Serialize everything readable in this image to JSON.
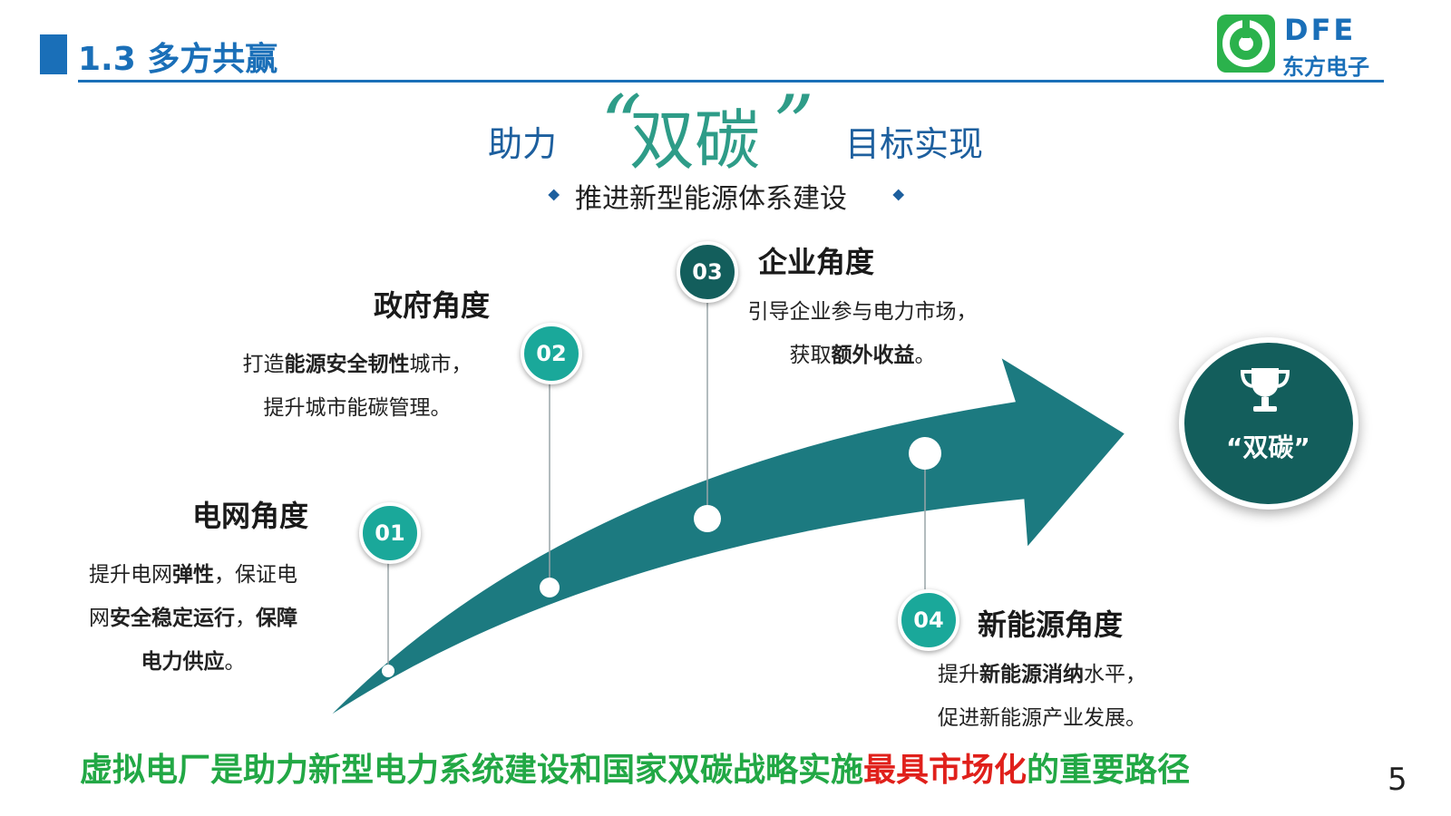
{
  "header": {
    "title": "1.3 多方共赢",
    "logo_text": "DFE",
    "logo_subtitle": "东方电子"
  },
  "headline": {
    "prefix": "助力",
    "quote_open": "“",
    "emphasis": "双碳",
    "quote_close": "”",
    "suffix": "目标实现",
    "subtitle": "推进新型能源体系建设"
  },
  "perspectives": [
    {
      "number": "01",
      "title": "电网角度",
      "lines": [
        [
          {
            "t": "提升电网"
          },
          {
            "t": "弹性",
            "b": true
          },
          {
            "t": "，保证电"
          }
        ],
        [
          {
            "t": "网"
          },
          {
            "t": "安全稳定运行",
            "b": true
          },
          {
            "t": "，"
          },
          {
            "t": "保障",
            "b": true
          }
        ],
        [
          {
            "t": "电力供应",
            "b": true
          },
          {
            "t": "。"
          }
        ]
      ]
    },
    {
      "number": "02",
      "title": "政府角度",
      "lines": [
        [
          {
            "t": "打造"
          },
          {
            "t": "能源安全韧性",
            "b": true
          },
          {
            "t": "城市，"
          }
        ],
        [
          {
            "t": "提升城市能碳管理。"
          }
        ]
      ]
    },
    {
      "number": "03",
      "title": "企业角度",
      "lines": [
        [
          {
            "t": "引导企业参与电力市场，"
          }
        ],
        [
          {
            "t": "获取"
          },
          {
            "t": "额外收益",
            "b": true
          },
          {
            "t": "。"
          }
        ]
      ]
    },
    {
      "number": "04",
      "title": "新能源角度",
      "lines": [
        [
          {
            "t": "提升"
          },
          {
            "t": "新能源消纳",
            "b": true
          },
          {
            "t": "水平，"
          }
        ],
        [
          {
            "t": "促进新能源产业发展。"
          }
        ]
      ]
    }
  ],
  "goal": {
    "label": "“双碳”",
    "icon": "trophy-icon"
  },
  "bottom": {
    "part1": "虚拟电厂是助力新型电力系统建设和国家双碳战略实施",
    "highlight": "最具市场化",
    "part2": "的重要路径"
  },
  "page_number": "5",
  "colors": {
    "brand_blue": "#1a6fb8",
    "teal": "#1aa89a",
    "dark_teal": "#135e5c",
    "arrow": "#1c7a80",
    "green": "#22a845",
    "red": "#e0201b"
  }
}
